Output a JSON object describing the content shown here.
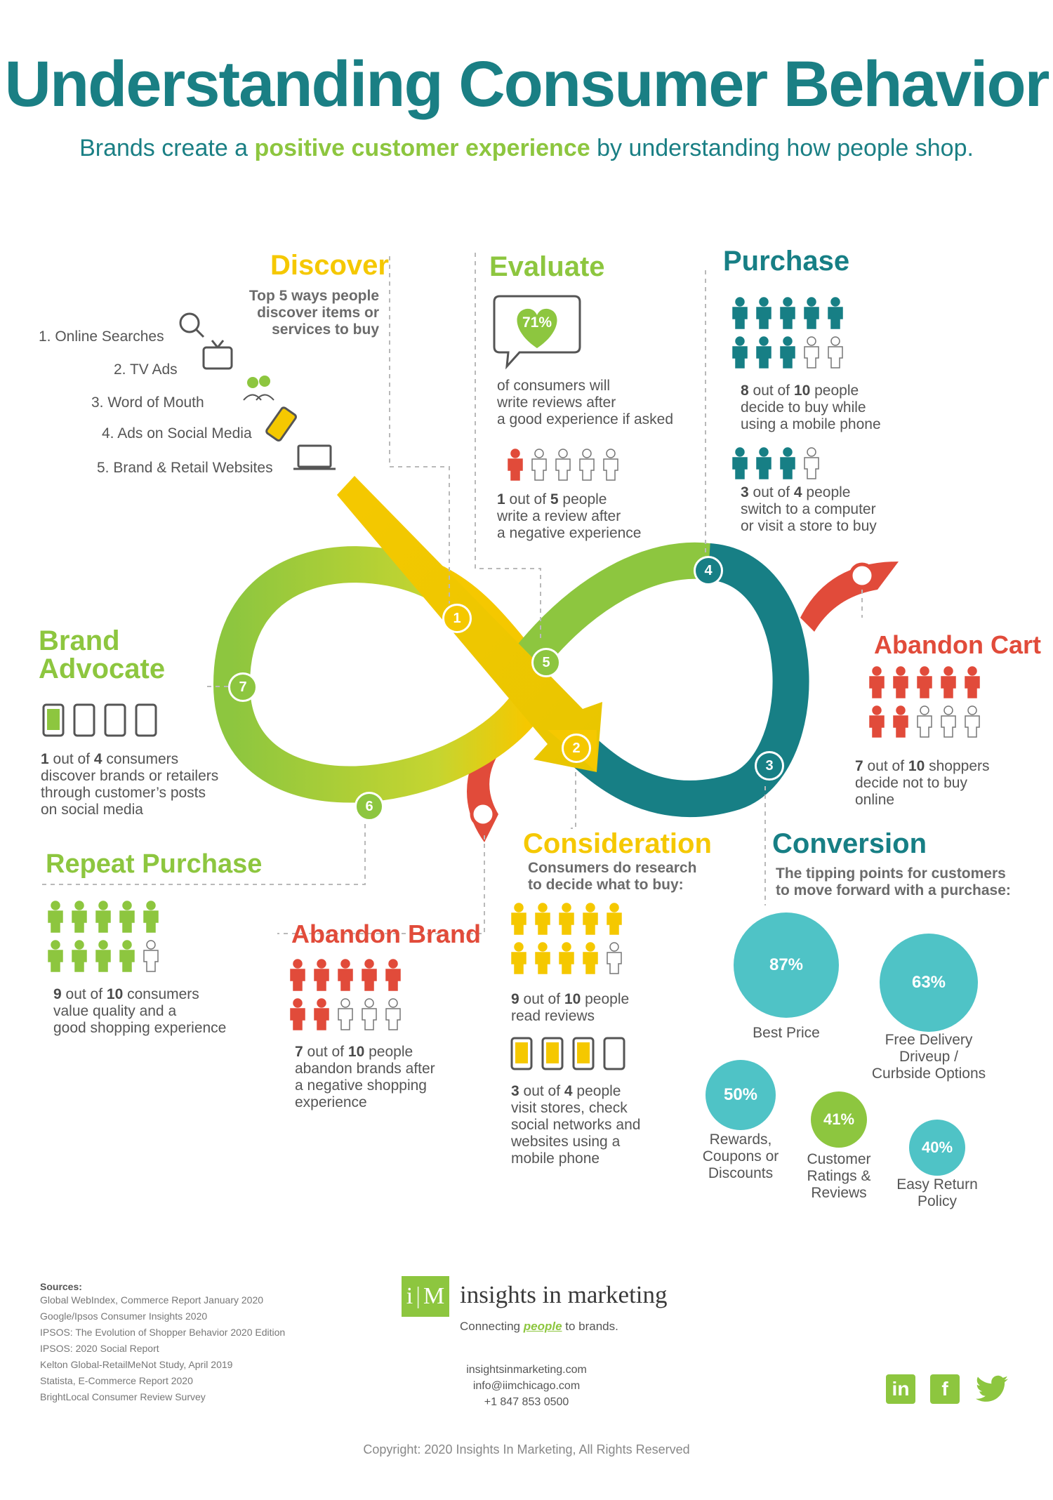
{
  "header": {
    "title": "Understanding Consumer Behavior",
    "subtitle_before": "Brands create a ",
    "subtitle_highlight": "positive customer experience",
    "subtitle_after": " by understanding how people shop."
  },
  "discover": {
    "heading": "Discover",
    "sub_line1": "Top 5 ways people",
    "sub_line2": "discover items or",
    "sub_line3": "services to buy",
    "items": [
      "1. Online Searches",
      "2. TV Ads",
      "3. Word of Mouth",
      "4. Ads on Social Media",
      "5. Brand & Retail Websites"
    ],
    "icons": [
      "magnifier-icon",
      "tv-icon",
      "people-talk-icon",
      "phone-icon",
      "laptop-icon"
    ]
  },
  "evaluate": {
    "heading": "Evaluate",
    "heart_value": "71%",
    "stat1_line1": "of consumers will",
    "stat1_line2": "write reviews after",
    "stat1_line3": "a good experience if asked",
    "people_filled": 1,
    "people_total": 5,
    "stat2_bold1": "1",
    "stat2_mid": " out of ",
    "stat2_bold2": "5",
    "stat2_end": " people",
    "stat2_line2": "write a review after",
    "stat2_line3": "a negative experience"
  },
  "purchase": {
    "heading": "Purchase",
    "people1_filled": 8,
    "people1_total": 10,
    "stat1_bold1": "8",
    "stat1_bold2": "10",
    "stat1_end": " people",
    "stat1_line2": "decide to buy while",
    "stat1_line3": "using a mobile phone",
    "people2_filled": 3,
    "people2_total": 4,
    "stat2_bold1": "3",
    "stat2_bold2": "4",
    "stat2_end": " people",
    "stat2_line2": "switch to a computer",
    "stat2_line3": "or visit a store to buy",
    "out_of": " out of "
  },
  "abandon_cart": {
    "heading": "Abandon Cart",
    "people_filled": 7,
    "people_total": 10,
    "bold1": "7",
    "bold2": "10",
    "end": " shoppers",
    "line2": "decide not to buy",
    "line3": "online"
  },
  "brand_advocate": {
    "heading_line1": "Brand",
    "heading_line2": "Advocate",
    "phones_filled": 1,
    "phones_total": 4,
    "bold1": "1",
    "bold2": "4",
    "end": " consumers",
    "line2": "discover brands or retailers",
    "line3": "through customer’s posts",
    "line4": "on social media"
  },
  "repeat_purchase": {
    "heading": "Repeat Purchase",
    "people_filled": 9,
    "people_total": 10,
    "bold1": "9",
    "bold2": "10",
    "end": " consumers",
    "line2": "value quality and a",
    "line3": "good shopping experience"
  },
  "abandon_brand": {
    "heading": "Abandon Brand",
    "people_filled": 7,
    "people_total": 10,
    "bold1": "7",
    "bold2": "10",
    "end": " people",
    "line2": "abandon brands after",
    "line3": "a negative shopping",
    "line4": "experience"
  },
  "consideration": {
    "heading": "Consideration",
    "sub_line1": "Consumers do research",
    "sub_line2": "to decide what to buy:",
    "people_filled": 9,
    "people_total": 10,
    "stat1_bold1": "9",
    "stat1_bold2": "10",
    "stat1_end": " people",
    "stat1_line2": "read reviews",
    "phones_filled": 3,
    "phones_total": 4,
    "stat2_bold1": "3",
    "stat2_bold2": "4",
    "stat2_end": " people",
    "stat2_line2": "visit stores, check",
    "stat2_line3": "social networks and",
    "stat2_line4": "websites using a",
    "stat2_line5": "mobile phone"
  },
  "conversion": {
    "heading": "Conversion",
    "sub_line1": "The tipping points for customers",
    "sub_line2": "to move forward with a purchase:",
    "points": [
      {
        "value": "87%",
        "l1": "Best Price",
        "l2": "",
        "l3": ""
      },
      {
        "value": "63%",
        "l1": "Free Delivery",
        "l2": "Driveup /",
        "l3": "Curbside Options"
      },
      {
        "value": "50%",
        "l1": "Rewards,",
        "l2": "Coupons or",
        "l3": "Discounts"
      },
      {
        "value": "41%",
        "l1": "Customer",
        "l2": "Ratings &",
        "l3": "Reviews"
      },
      {
        "value": "40%",
        "l1": "Easy Return",
        "l2": "Policy",
        "l3": ""
      }
    ]
  },
  "loop_steps": [
    "1",
    "2",
    "3",
    "4",
    "5",
    "6",
    "7"
  ],
  "sources": {
    "heading": "Sources:",
    "items": [
      "Global WebIndex, Commerce Report January 2020",
      "Google/Ipsos Consumer Insights 2020",
      "IPSOS: The Evolution of Shopper Behavior 2020 Edition",
      "IPSOS: 2020 Social Report",
      "Kelton Global-RetailMeNot Study, April 2019",
      "Statista, E-Commerce Report 2020",
      "BrightLocal Consumer Review Survey"
    ]
  },
  "brand": {
    "logo_i": "i",
    "logo_m": "M",
    "name": "insights in marketing",
    "tag_before": "Connecting ",
    "tag_highlight": "people",
    "tag_after": " to brands.",
    "website": "insightsinmarketing.com",
    "email": "info@iimchicago.com",
    "phone": "+1 847 853 0500"
  },
  "social": {
    "linkedin": "in",
    "facebook": "f"
  },
  "footer": {
    "copyright": "Copyright: 2020 Insights In Marketing, All Rights Reserved"
  },
  "colors": {
    "teal": "#177f85",
    "green": "#8dc63f",
    "yellow": "#f5c800",
    "red": "#e14b3a",
    "aqua": "#4fc3c6"
  }
}
